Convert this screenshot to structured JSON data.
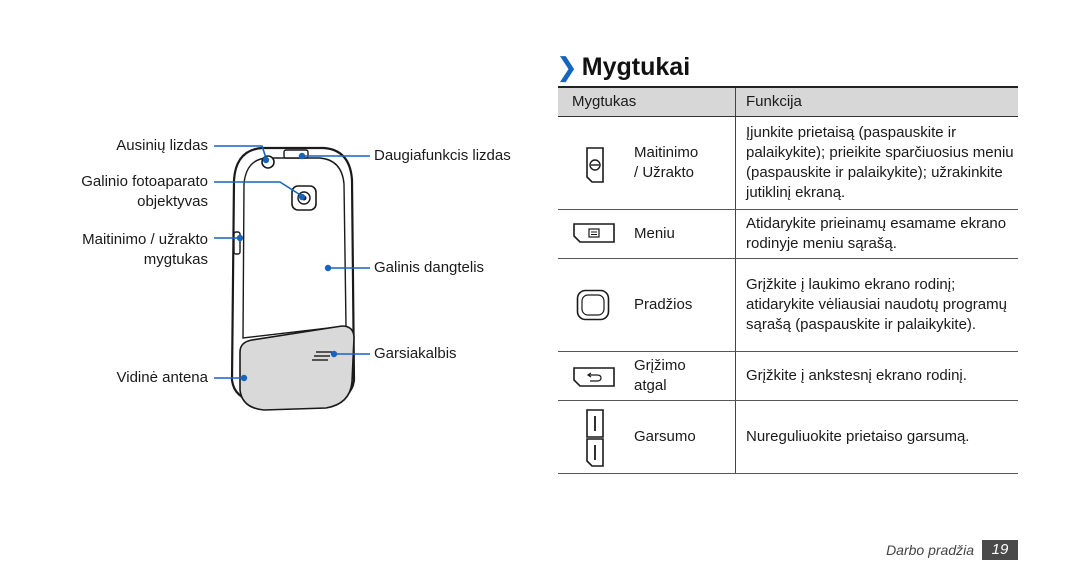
{
  "diagram": {
    "labels": {
      "headset_jack": "Ausinių lizdas",
      "camera_lens_line1": "Galinio fotoaparato",
      "camera_lens_line2": "objektyvas",
      "power_key_line1": "Maitinimo / užrakto",
      "power_key_line2": "mygtukas",
      "internal_antenna": "Vidinė antena",
      "multifunction_jack": "Daugiafunkcis lizdas",
      "back_cover": "Galinis dangtelis",
      "speaker": "Garsiakalbis"
    }
  },
  "section": {
    "chevron": "❯",
    "title": "Mygtukai"
  },
  "table": {
    "headers": {
      "key": "Mygtukas",
      "function": "Funkcija"
    },
    "rows": [
      {
        "icon": "power-key-icon",
        "name_line1": "Maitinimo",
        "name_line2": "/ Užrakto",
        "function": "Įjunkite prietaisą (paspauskite ir palaikykite); prieikite sparčiuosius meniu (paspauskite ir palaikykite); užrakinkite jutiklinį ekraną."
      },
      {
        "icon": "menu-key-icon",
        "name_line1": "Meniu",
        "name_line2": "",
        "function": "Atidarykite prieinamų esamame ekrano rodinyje meniu sąrašą."
      },
      {
        "icon": "home-key-icon",
        "name_line1": "Pradžios",
        "name_line2": "",
        "function": "Grįžkite į laukimo ekrano rodinį; atidarykite vėliausiai naudotų programų sąrašą (paspauskite ir palaikykite)."
      },
      {
        "icon": "back-key-icon",
        "name_line1": "Grįžimo",
        "name_line2": "atgal",
        "function": "Grįžkite į ankstesnį ekrano rodinį."
      },
      {
        "icon": "volume-key-icon",
        "name_line1": "Garsumo",
        "name_line2": "",
        "function": "Nureguliuokite prietaiso garsumą."
      }
    ]
  },
  "footer": {
    "section_name": "Darbo pradžia",
    "page_number": "19"
  },
  "colors": {
    "accent": "#1565c0",
    "header_bg": "#d7d7d7",
    "page_badge": "#4a4a4a"
  }
}
